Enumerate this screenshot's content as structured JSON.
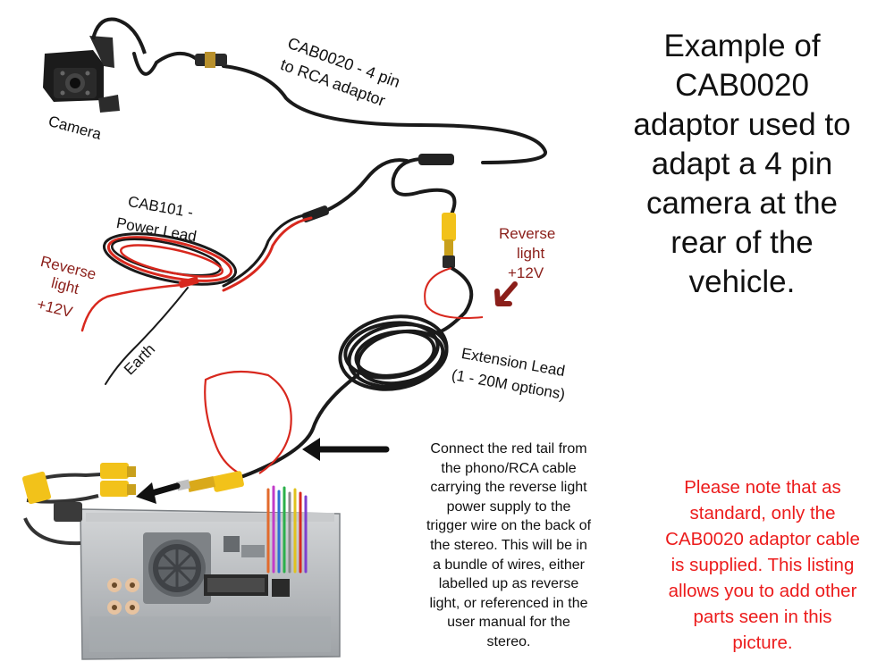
{
  "title_lines": [
    "Example of",
    "CAB0020",
    "adaptor used to",
    "adapt a 4 pin",
    "camera at the",
    "rear of the",
    "vehicle."
  ],
  "labels": {
    "camera": "Camera",
    "cab0020_line1": "CAB0020 - 4 pin",
    "cab0020_line2": "to RCA adaptor",
    "cab101_line1": "CAB101 -",
    "cab101_line2": "Power Lead",
    "reverse_left": [
      "Reverse",
      "light",
      "+12V"
    ],
    "earth": "Earth",
    "reverse_right": [
      "Reverse",
      "light",
      "+12V"
    ],
    "extension_line1": "Extension Lead",
    "extension_line2": "(1 - 20M options)"
  },
  "instruction_lines": [
    "Connect the red tail from",
    "the phono/RCA cable",
    "carrying the reverse light",
    "power supply to the",
    "trigger wire on the back of",
    "the stereo.  This will be in",
    "a bundle of wires, either",
    "labelled up as reverse",
    "light, or referenced in the",
    "user manual for the",
    "stereo."
  ],
  "note_lines": [
    "Please note that as",
    "standard, only the",
    "CAB0020 adaptor cable",
    "is supplied.  This listing",
    "allows you to add other",
    "parts seen in this",
    "picture."
  ],
  "colors": {
    "text": "#111111",
    "note_red": "#ec1c1c",
    "reverse_label": "#8b1f1a",
    "cable_black": "#1a1a1a",
    "cable_red": "#d8281e",
    "rca_yellow": "#f2c21a",
    "stereo_grey": "#b9bcbf"
  }
}
